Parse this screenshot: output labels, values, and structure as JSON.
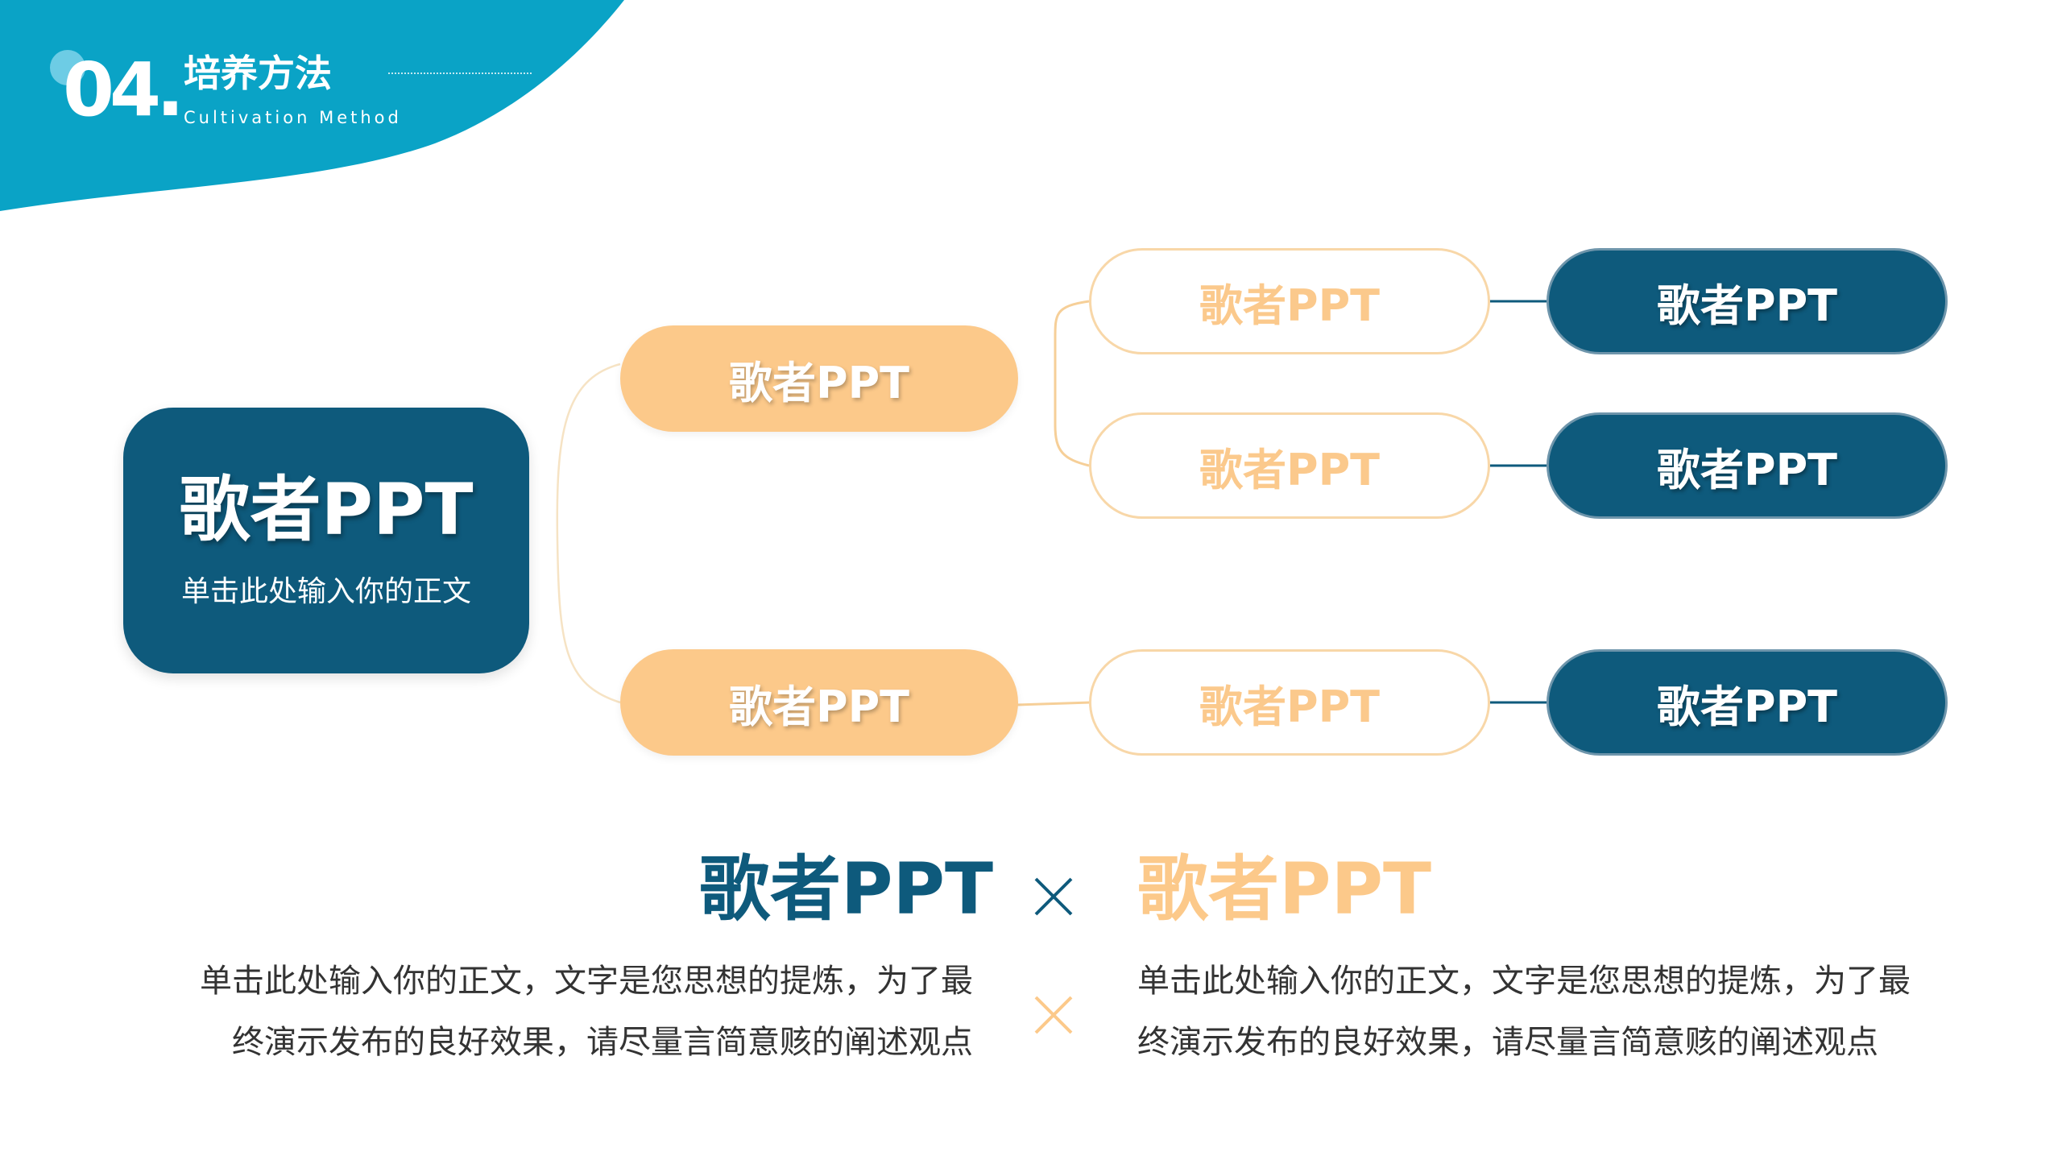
{
  "header": {
    "section_number": "04.",
    "title": "培养方法",
    "subtitle": "Cultivation Method"
  },
  "mindmap": {
    "root": {
      "title": "歌者PPT",
      "subtitle": "单击此处输入你的正文"
    },
    "branches": [
      {
        "label": "歌者PPT",
        "children": [
          {
            "label": "歌者PPT",
            "leaf": "歌者PPT"
          },
          {
            "label": "歌者PPT",
            "leaf": "歌者PPT"
          }
        ]
      },
      {
        "label": "歌者PPT",
        "children": [
          {
            "label": "歌者PPT",
            "leaf": "歌者PPT"
          }
        ]
      }
    ]
  },
  "compare": {
    "left": {
      "title": "歌者PPT",
      "lines": [
        "单击此处输入你的正文，文字是您思想的提炼，为了最",
        "终演示发布的良好效果，请尽量言简意赅的阐述观点"
      ]
    },
    "right": {
      "title": "歌者PPT",
      "lines": [
        "单击此处输入你的正文，文字是您思想的提炼，为了最",
        "终演示发布的良好效果，请尽量言简意赅的阐述观点"
      ]
    }
  },
  "colors": {
    "primary_dark": "#0e5a7c",
    "header_teal": "#0aa3c6",
    "accent_orange": "#fcc98a",
    "outline_orange": "#f8d7a8",
    "body_text": "#333333"
  },
  "icons": {
    "compare_top": "cross-icon",
    "compare_bottom": "cross-icon"
  }
}
